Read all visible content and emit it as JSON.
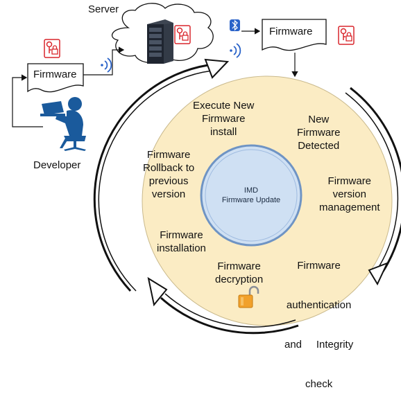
{
  "server_label": "Server",
  "developer_label": "Developer",
  "firmware_doc_left": "Firmware",
  "firmware_doc_right": "Firmware",
  "center": {
    "line1": "IMD",
    "line2": "Firmware Update"
  },
  "steps": [
    {
      "lines": [
        "Execute New",
        "Firmware",
        "install"
      ]
    },
    {
      "lines": [
        "New",
        "Firmware",
        "Detected"
      ]
    },
    {
      "lines": [
        "Firmware",
        "version",
        "management"
      ]
    },
    {
      "lines": [
        "Firmware",
        "authentication",
        "and     Integrity",
        "check"
      ]
    },
    {
      "lines": [
        "Firmware",
        "decryption"
      ]
    },
    {
      "lines": [
        "Firmware",
        "installation"
      ]
    },
    {
      "lines": [
        "Firmware",
        "Rollback to",
        "previous",
        "version"
      ]
    }
  ],
  "icons": {
    "lock_key": "key-lock-icon",
    "server": "server-rack-icon",
    "cloud": "cloud-icon",
    "wifi": "wireless-signal-icon",
    "bluetooth": "bluetooth-icon",
    "developer": "developer-at-laptop-icon",
    "unlocked": "unlocked-padlock-icon"
  },
  "colors": {
    "ring_fill": "#fbecc4",
    "center_fill": "#cfe0f3",
    "center_stroke": "#6f94c4",
    "lock_red": "#d9252b",
    "wifi_blue": "#2a63c9",
    "developer_blue": "#1a5a9c",
    "padlock_orange": "#f1a12c"
  }
}
